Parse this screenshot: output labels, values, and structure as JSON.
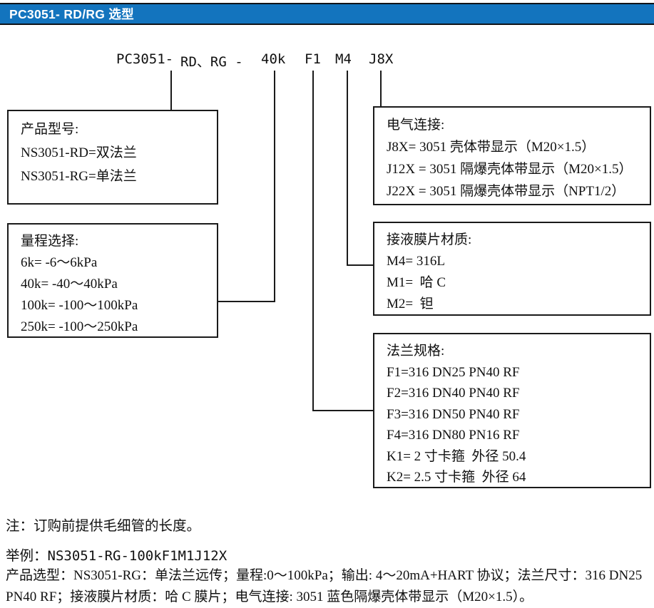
{
  "header": {
    "title": "PC3051- RD/RG 选型",
    "bar_color": "#1374BE"
  },
  "model_code": {
    "prefix": "PC3051-",
    "variant": "RD、RG -",
    "range": "40k",
    "flange": "F1",
    "diaphragm": "M4",
    "electrical": "J8X"
  },
  "diagram": {
    "boxes": [
      {
        "id": "product-model",
        "title": "产品型号:",
        "lines": [
          "NS3051-RD=双法兰",
          "NS3051-RG=单法兰"
        ]
      },
      {
        "id": "range-selection",
        "title": "量程选择:",
        "lines": [
          "6k= -6～6kPa",
          "40k= -40～40kPa",
          "100k= -100～100kPa",
          "250k= -100～250kPa"
        ]
      },
      {
        "id": "electrical-connection",
        "title": "电气连接:",
        "lines": [
          "J8X= 3051 壳体带显示（M20×1.5）",
          "J12X = 3051 隔爆壳体带显示（M20×1.5）",
          "J22X = 3051 隔爆壳体带显示（NPT1/2）"
        ]
      },
      {
        "id": "diaphragm-material",
        "title": "接液膜片材质:",
        "lines": [
          "M4= 316L",
          "M1=  哈 C",
          "M2=  钽"
        ]
      },
      {
        "id": "flange-spec",
        "title": "法兰规格:",
        "lines": [
          "F1=316 DN25 PN40 RF",
          "F2=316 DN40 PN40 RF",
          "F3=316 DN50 PN40 RF",
          "F4=316 DN80 PN16 RF",
          "K1= 2 寸卡箍  外径 50.4",
          "K2= 2.5 寸卡箍  外径 64"
        ]
      }
    ]
  },
  "notes": {
    "capillary_note": "注：订购前提供毛细管的长度。",
    "example_label": "举例：",
    "example_code": "NS3051-RG-100kF1M1J12X",
    "description_line1": "产品选型：NS3051-RG：单法兰远传；量程:0～100kPa；输出: 4～20mA+HART 协议；法兰尺寸：316 DN25",
    "description_line2": "PN40 RF；接液膜片材质：哈 C 膜片；电气连接: 3051 蓝色隔爆壳体带显示（M20×1.5）。"
  }
}
